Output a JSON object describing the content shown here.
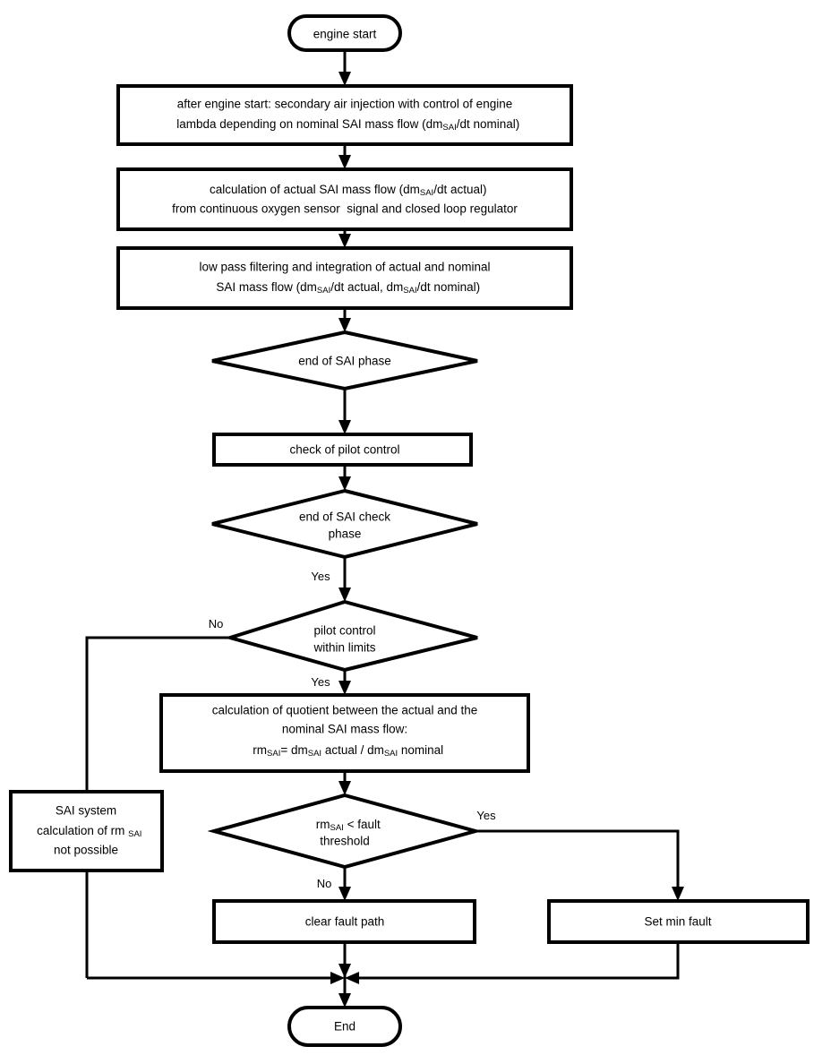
{
  "diagram": {
    "title": "Secondary Air Injection (SAI) diagnostic flowchart",
    "background_color": "#ffffff",
    "line_color": "#000000",
    "fill_color": "#ffffff"
  },
  "nodes": {
    "start": {
      "type": "terminator",
      "label": "engine start"
    },
    "process_1": {
      "type": "process",
      "line1": "after engine start: secondary air injection with control of engine",
      "line2_a": "lambda depending on nominal SAI mass flow (dm",
      "line2_sub": "SAI",
      "line2_b": "/dt nominal)"
    },
    "process_2": {
      "type": "process",
      "line1_a": "calculation of actual SAI mass flow (dm",
      "line1_sub": "SAI",
      "line1_b": "/dt actual)",
      "line2": "from continuous oxygen sensor  signal and closed loop regulator"
    },
    "process_3": {
      "type": "process",
      "line1": "low pass filtering and integration of actual and nominal",
      "line2_a": "SAI mass flow (dm",
      "line2_sub1": "SAI",
      "line2_b": "/dt actual, dm",
      "line2_sub2": "SAI",
      "line2_c": "/dt nominal)"
    },
    "decision_end_sai_phase": {
      "type": "decision",
      "label": "end of SAI phase"
    },
    "process_check_pilot": {
      "type": "process",
      "label": "check of pilot control"
    },
    "decision_end_sai_check": {
      "type": "decision",
      "line1": "end of SAI check",
      "line2": "phase"
    },
    "decision_pilot_limits": {
      "type": "decision",
      "line1": "pilot control",
      "line2": "within limits"
    },
    "process_quotient": {
      "type": "process",
      "line1": "calculation of quotient between the actual and the",
      "line2": "nominal SAI mass flow:",
      "line3_a": "rm",
      "line3_sub1": "SAI",
      "line3_b": "= dm",
      "line3_sub2": "SAI",
      "line3_c": " actual / dm",
      "line3_sub3": "SAI",
      "line3_d": " nominal"
    },
    "process_sai_not_possible": {
      "type": "process",
      "line1": "SAI system",
      "line2_a": "calculation of rm ",
      "line2_sub": "SAI",
      "line3": "not possible"
    },
    "decision_fault_threshold": {
      "type": "decision",
      "line1_a": "rm",
      "line1_sub": "SAI",
      "line1_b": " < fault",
      "line2": "threshold"
    },
    "process_clear_fault": {
      "type": "process",
      "label": "clear fault path"
    },
    "process_set_min_fault": {
      "type": "process",
      "label": "Set min fault"
    },
    "end": {
      "type": "terminator",
      "label": "End"
    }
  },
  "edge_labels": {
    "end_sai_check_yes": "Yes",
    "pilot_limits_no": "No",
    "pilot_limits_yes": "Yes",
    "fault_threshold_yes": "Yes",
    "fault_threshold_no": "No"
  }
}
